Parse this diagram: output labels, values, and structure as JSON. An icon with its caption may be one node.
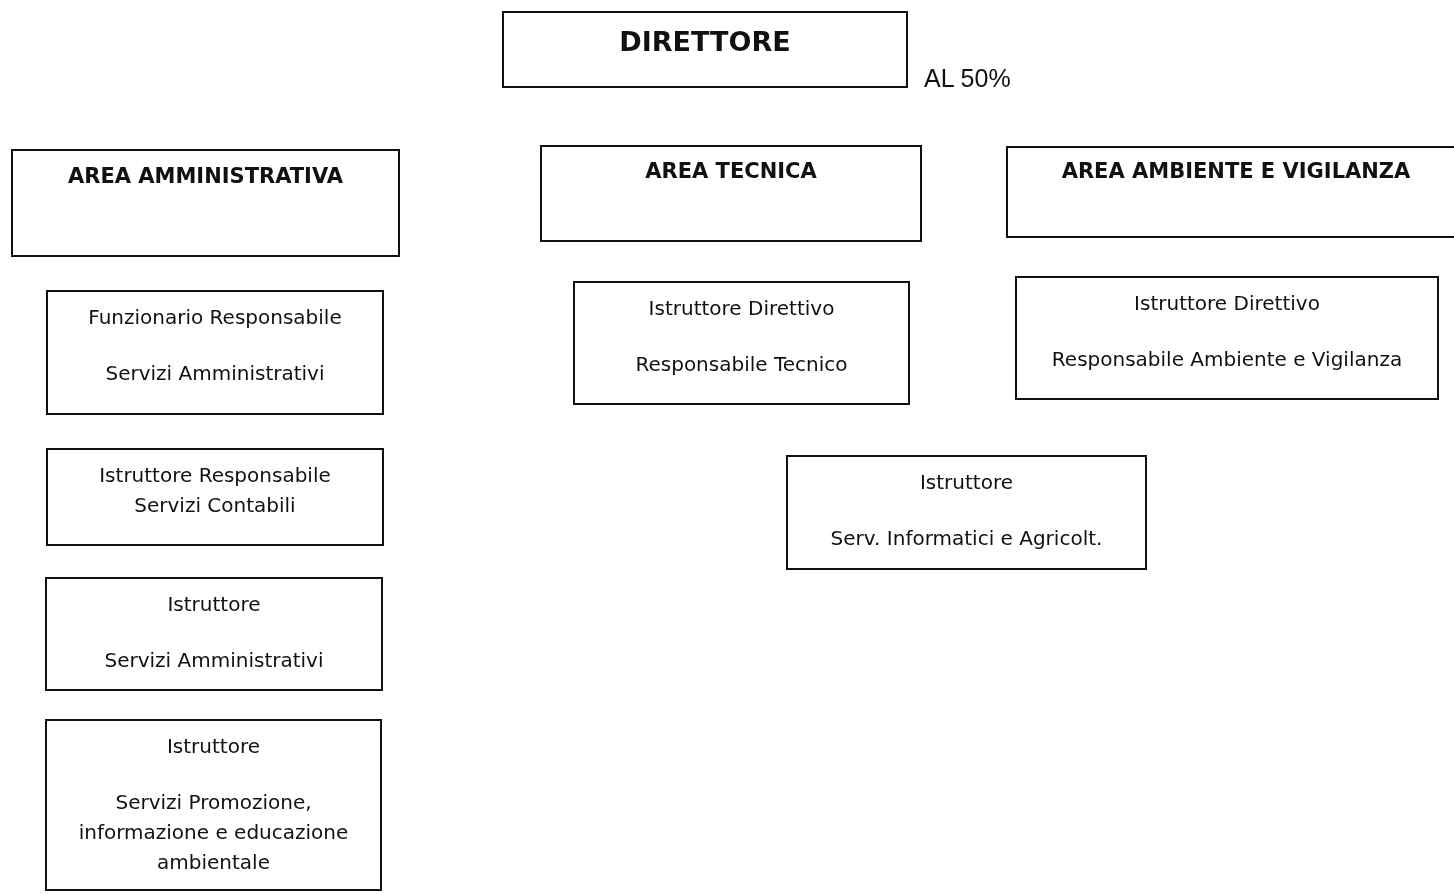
{
  "diagram": {
    "nodes": [
      {
        "text": [
          "DIRETTORE"
        ],
        "beside": [
          "AL 50%"
        ]
      },
      {
        "text": [
          "AREA AMMINISTRATIVA"
        ]
      },
      {
        "text": [
          "AREA TECNICA"
        ]
      },
      {
        "text": [
          "AREA AMBIENTE E VIGILANZA"
        ]
      },
      {
        "text": [
          "Funzionario Responsabile",
          "Servizi Amministrativi"
        ]
      },
      {
        "text": [
          "Istruttore Direttivo",
          "Responsabile Tecnico"
        ]
      },
      {
        "text": [
          "Istruttore Direttivo",
          "Responsabile Ambiente e Vigilanza"
        ]
      },
      {
        "text": [
          "Istruttore Responsabile Servizi Contabili"
        ]
      },
      {
        "text": [
          "Istruttore",
          "Serv. Informatici e Agricolt."
        ]
      },
      {
        "text": [
          "Istruttore",
          "Servizi Amministrativi"
        ]
      },
      {
        "text": [
          "Istruttore",
          "Servizi Promozione, informazione e educazione ambientale"
        ]
      }
    ],
    "edges": []
  }
}
